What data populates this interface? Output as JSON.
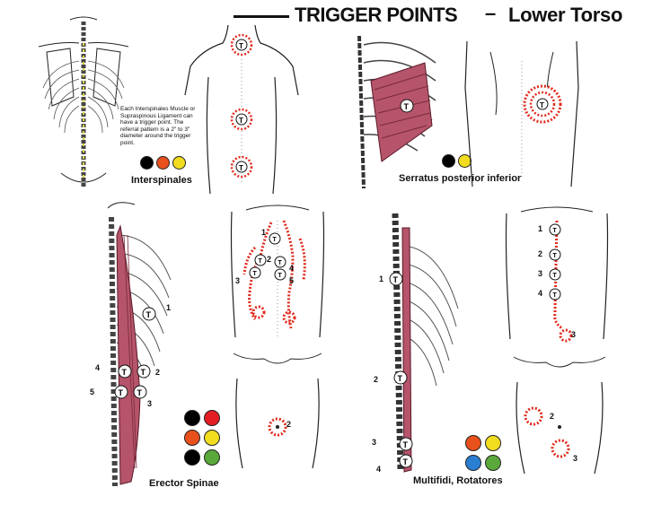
{
  "title": {
    "main": "TRIGGER POINTS",
    "dash": "–",
    "sub": "Lower Torso"
  },
  "panels": {
    "interspinales": {
      "label": "Interspinales",
      "note": "Each Interspinales Muscle or Supraspinous Ligament can have a trigger point. The referral pattern is a 2\" to 3\" diameter around the trigger point.",
      "pain_colors": [
        "#000000",
        "#e8501c",
        "#f2dc1f"
      ]
    },
    "serratus": {
      "label": "Serratus posterior inferior",
      "pain_colors": [
        "#000000",
        "#f2dc1f"
      ]
    },
    "erector": {
      "label": "Erector Spinae",
      "pain_colors": [
        "#000000",
        "#e31d24",
        "#e8501c",
        "#f2dc1f",
        "#000000",
        "#5aa83a"
      ],
      "muscle_numbers": [
        "1",
        "2",
        "3",
        "4",
        "5"
      ],
      "back_numbers": [
        "1",
        "2",
        "3",
        "4",
        "5"
      ],
      "front_numbers": [
        "2"
      ]
    },
    "multifidi": {
      "label": "Multifidi, Rotatores",
      "pain_colors": [
        "#e8501c",
        "#f2dc1f",
        "#2a7fd3",
        "#5aa83a"
      ],
      "muscle_numbers": [
        "1",
        "2",
        "3",
        "4"
      ],
      "back_numbers": [
        "1",
        "2",
        "3",
        "4",
        "3"
      ],
      "front_numbers": [
        "2",
        "3"
      ]
    }
  },
  "marker_letter": "T",
  "colors": {
    "pain_red": "#e02a1c",
    "muscle": "#b5546a",
    "ink": "#111111"
  }
}
